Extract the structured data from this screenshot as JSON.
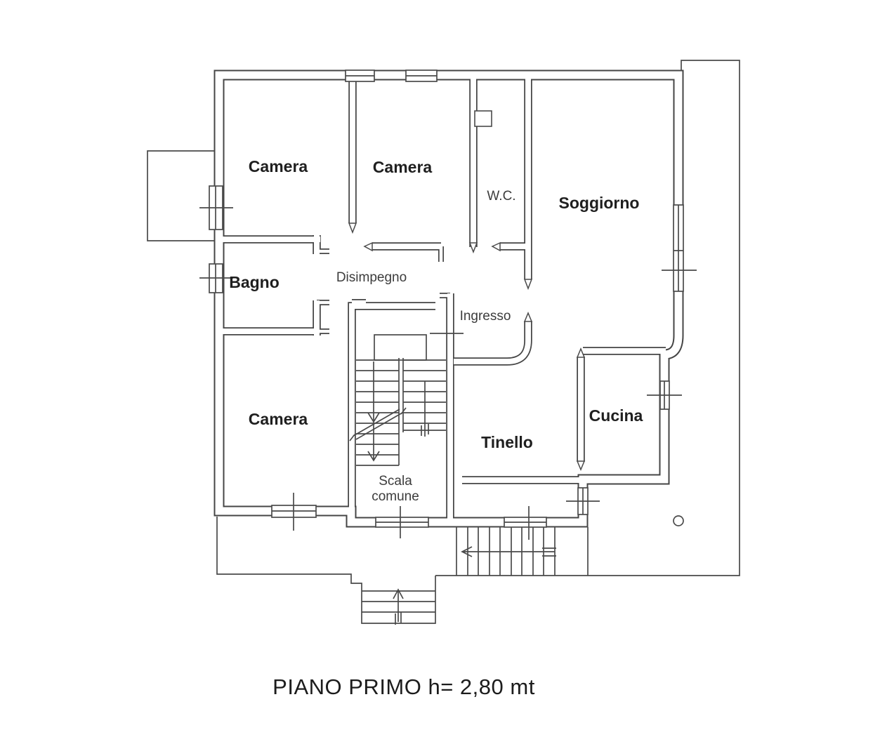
{
  "title": "PIANO PRIMO h= 2,80 mt",
  "colors": {
    "ink": "#454545",
    "thin_line": "#4a4a4a",
    "label_text": "#1f1f1f",
    "background": "#ffffff"
  },
  "floor_plan": {
    "rooms": [
      {
        "id": "camera-nw",
        "label": "Camera"
      },
      {
        "id": "camera-n",
        "label": "Camera"
      },
      {
        "id": "wc",
        "label": "W.C."
      },
      {
        "id": "soggiorno",
        "label": "Soggiorno"
      },
      {
        "id": "bagno",
        "label": "Bagno"
      },
      {
        "id": "disimpegno",
        "label": "Disimpegno"
      },
      {
        "id": "ingresso",
        "label": "Ingresso"
      },
      {
        "id": "camera-sw",
        "label": "Camera"
      },
      {
        "id": "tinello",
        "label": "Tinello"
      },
      {
        "id": "cucina",
        "label": "Cucina"
      }
    ],
    "stairwell": {
      "label_line1": "Scala",
      "label_line2": "comune"
    }
  }
}
